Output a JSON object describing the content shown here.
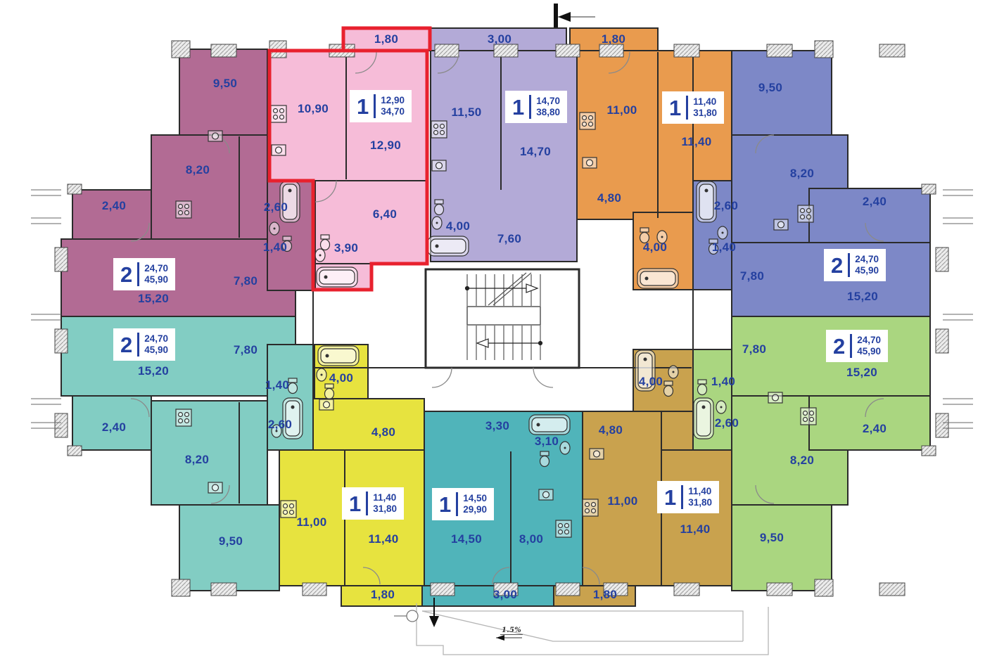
{
  "colors": {
    "label_text": "#2440a0",
    "highlight_red": "#e8212e",
    "mauve": "#b26b94",
    "pink": "#f6bcd8",
    "purple": "#b3aad7",
    "orange": "#e99b4e",
    "blue": "#7d88c7",
    "teal": "#82cdc3",
    "yellow": "#e7e33f",
    "cyan": "#50b4ba",
    "tan": "#c9a24e",
    "green": "#aad680"
  },
  "markers": {
    "slope_label": "1.5%"
  },
  "apartments": [
    {
      "id": "two-room-top-left",
      "color": "mauve",
      "highlighted": false,
      "badge": {
        "rooms": "2",
        "living": "24,70",
        "total": "45,90"
      },
      "balcony": "2,40",
      "rooms": [
        "9,50",
        "8,20",
        "2,60",
        "1,40",
        "7,80",
        "15,20"
      ]
    },
    {
      "id": "one-room-top-highlighted",
      "color": "pink",
      "highlighted": true,
      "badge": {
        "rooms": "1",
        "living": "12,90",
        "total": "34,70"
      },
      "balcony": "1,80",
      "rooms": [
        "10,90",
        "12,90",
        "6,40",
        "3,90"
      ]
    },
    {
      "id": "one-room-top-center",
      "color": "purple",
      "highlighted": false,
      "badge": {
        "rooms": "1",
        "living": "14,70",
        "total": "38,80"
      },
      "balcony": "3,00",
      "rooms": [
        "11,50",
        "14,70",
        "4,00",
        "7,60"
      ]
    },
    {
      "id": "one-room-top-right-center",
      "color": "orange",
      "highlighted": false,
      "badge": {
        "rooms": "1",
        "living": "11,40",
        "total": "31,80"
      },
      "balcony": "1,80",
      "rooms": [
        "11,00",
        "11,40",
        "4,80",
        "4,00"
      ]
    },
    {
      "id": "two-room-top-right",
      "color": "blue",
      "highlighted": false,
      "badge": {
        "rooms": "2",
        "living": "24,70",
        "total": "45,90"
      },
      "balcony": "2,40",
      "rooms": [
        "9,50",
        "8,20",
        "2,60",
        "1,40",
        "7,80",
        "15,20"
      ]
    },
    {
      "id": "two-room-bottom-left",
      "color": "teal",
      "highlighted": false,
      "badge": {
        "rooms": "2",
        "living": "24,70",
        "total": "45,90"
      },
      "balcony": "2,40",
      "rooms": [
        "15,20",
        "7,80",
        "1,40",
        "2,60",
        "8,20",
        "9,50"
      ]
    },
    {
      "id": "one-room-bottom-left-center",
      "color": "yellow",
      "highlighted": false,
      "badge": {
        "rooms": "1",
        "living": "11,40",
        "total": "31,80"
      },
      "balcony": "1,80",
      "rooms": [
        "4,00",
        "4,80",
        "11,00",
        "11,40"
      ]
    },
    {
      "id": "one-room-bottom-center",
      "color": "cyan",
      "highlighted": false,
      "badge": {
        "rooms": "1",
        "living": "14,50",
        "total": "29,90"
      },
      "balcony": "3,00",
      "rooms": [
        "3,30",
        "3,10",
        "14,50",
        "8,00"
      ]
    },
    {
      "id": "one-room-bottom-right-center",
      "color": "tan",
      "highlighted": false,
      "badge": {
        "rooms": "1",
        "living": "11,40",
        "total": "31,80"
      },
      "balcony": "1,80",
      "rooms": [
        "4,00",
        "4,80",
        "11,00",
        "11,40"
      ]
    },
    {
      "id": "two-room-bottom-right",
      "color": "green",
      "highlighted": false,
      "badge": {
        "rooms": "2",
        "living": "24,70",
        "total": "45,90"
      },
      "balcony": "2,40",
      "rooms": [
        "7,80",
        "1,40",
        "2,60",
        "8,20",
        "9,50",
        "15,20"
      ]
    }
  ]
}
